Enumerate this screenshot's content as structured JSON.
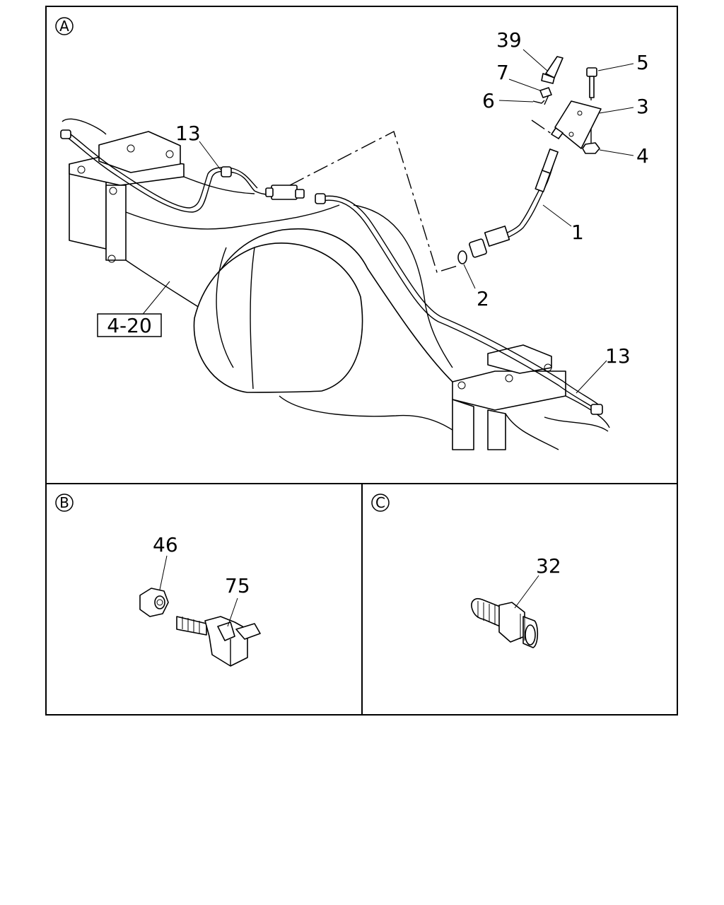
{
  "panels": {
    "a": {
      "letter": "A"
    },
    "b": {
      "letter": "B"
    },
    "c": {
      "letter": "C"
    }
  },
  "callouts": {
    "p39": "39",
    "p7": "7",
    "p6": "6",
    "p5": "5",
    "p3": "3",
    "p4": "4",
    "p1": "1",
    "p2": "2",
    "p13a": "13",
    "p13b": "13",
    "p46": "46",
    "p75": "75",
    "p32": "32"
  },
  "reference_box": "4-20"
}
